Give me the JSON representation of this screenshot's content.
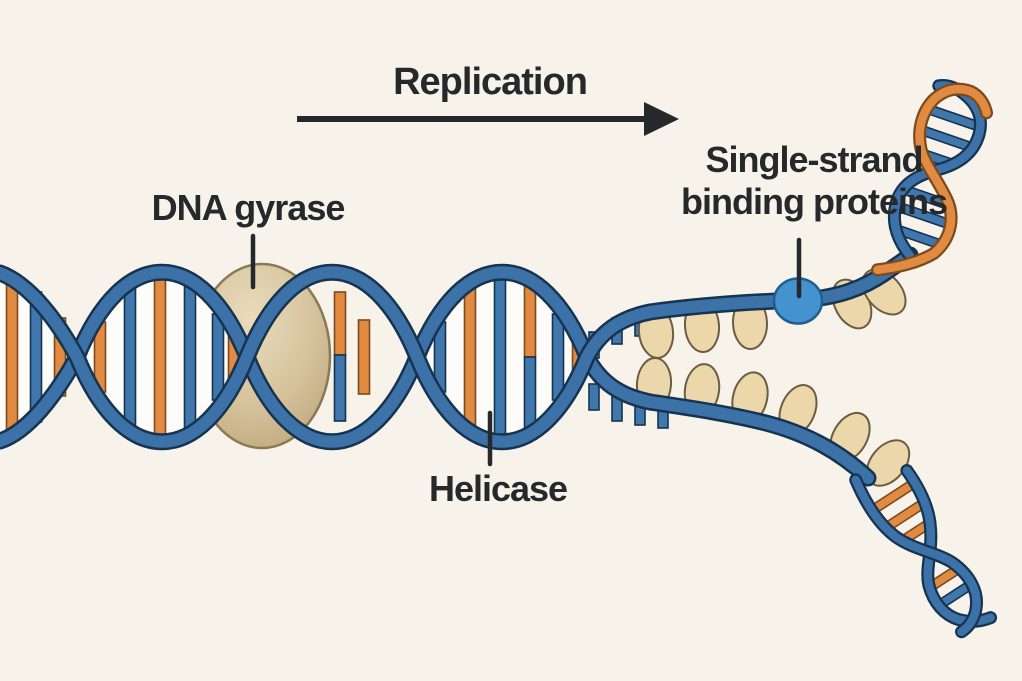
{
  "figure_title": "DNA replication fork diagram",
  "labels": {
    "replication": "Replication",
    "dna_gyrase": "DNA gyrase",
    "helicase": "Helicase",
    "ssb_line1": "Single-strand",
    "ssb_line2": "binding proteins"
  },
  "colors": {
    "background": "#f7f3eb",
    "ink": "#26292b",
    "strand_blue": "#3d72a9",
    "strand_blue_dark": "#16334f",
    "rung_blue": "#4077ad",
    "rung_orange": "#e18a41",
    "orange_dark": "#7c4a1d",
    "ssb_oval_tan": "#ecd7ab",
    "ssb_oval_outline": "#6b5d42",
    "gyrase_sphere_outline": "#8a7954",
    "ssb_highlight_blue": "#4493cf",
    "ssb_highlight_outline": "#235e8e",
    "helix_eye_fill": "#fdfcf8"
  },
  "diagram": {
    "type": "biology illustration",
    "subject": "DNA replication",
    "elements": [
      {
        "name": "dna-double-helix",
        "description": "Parental double helix with blue backbones and orange/blue base-pair rungs"
      },
      {
        "name": "dna-gyrase",
        "label": "DNA gyrase",
        "description": "Tan sphere surrounding the double helix"
      },
      {
        "name": "helicase",
        "label": "Helicase",
        "description": "Point at the replication fork where the strands separate"
      },
      {
        "name": "single-strand-binding-proteins",
        "label": "Single-strand binding proteins",
        "description": "Tan ovals along the separated strands, one highlighted in blue"
      },
      {
        "name": "replication-direction-arrow",
        "label": "Replication",
        "description": "Arrow pointing right showing direction of replication"
      }
    ]
  }
}
